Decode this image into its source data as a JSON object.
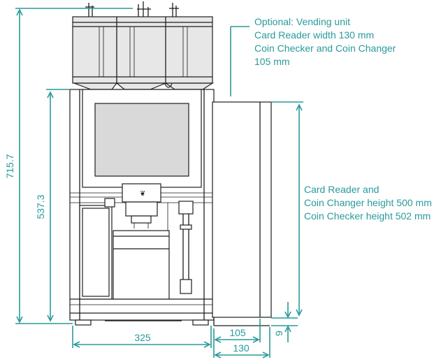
{
  "dimensions": {
    "total_height": "715.7",
    "body_height": "537.3",
    "machine_width": "325",
    "unit_105": "105",
    "unit_130": "130",
    "foot_gap": "9"
  },
  "notes": {
    "vending": [
      "Optional: Vending unit",
      "Card Reader width 130 mm",
      "Coin Checker and Coin Changer",
      "105 mm"
    ],
    "heights": [
      "Card Reader and",
      "Coin Changer height 500 mm",
      "Coin Checker height 502 mm"
    ]
  },
  "colors": {
    "dimension": "#2a9a9a",
    "line": "#1e1e1e",
    "fill": "#e7e7e7"
  }
}
